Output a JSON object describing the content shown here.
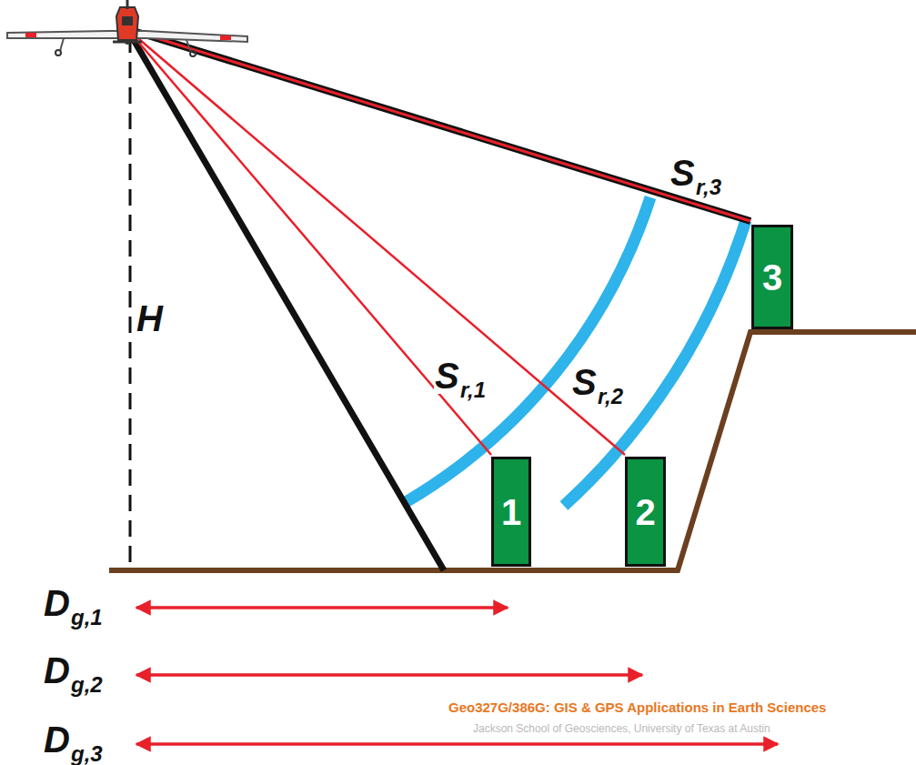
{
  "diagram": {
    "nodes": [
      {
        "text": [
          "1"
        ]
      },
      {
        "text": [
          "2"
        ]
      },
      {
        "text": [
          "3"
        ]
      }
    ],
    "labels": [
      "H",
      "S",
      "r,1",
      "S",
      "r,2",
      "S",
      "r,3",
      "D",
      "g,1",
      "D",
      "g,2",
      "D",
      "g,3",
      "Geo327G/386G: GIS & GPS Applications in Earth Sciences",
      "Jackson School of Geosciences, University of Texas at Austin"
    ]
  }
}
